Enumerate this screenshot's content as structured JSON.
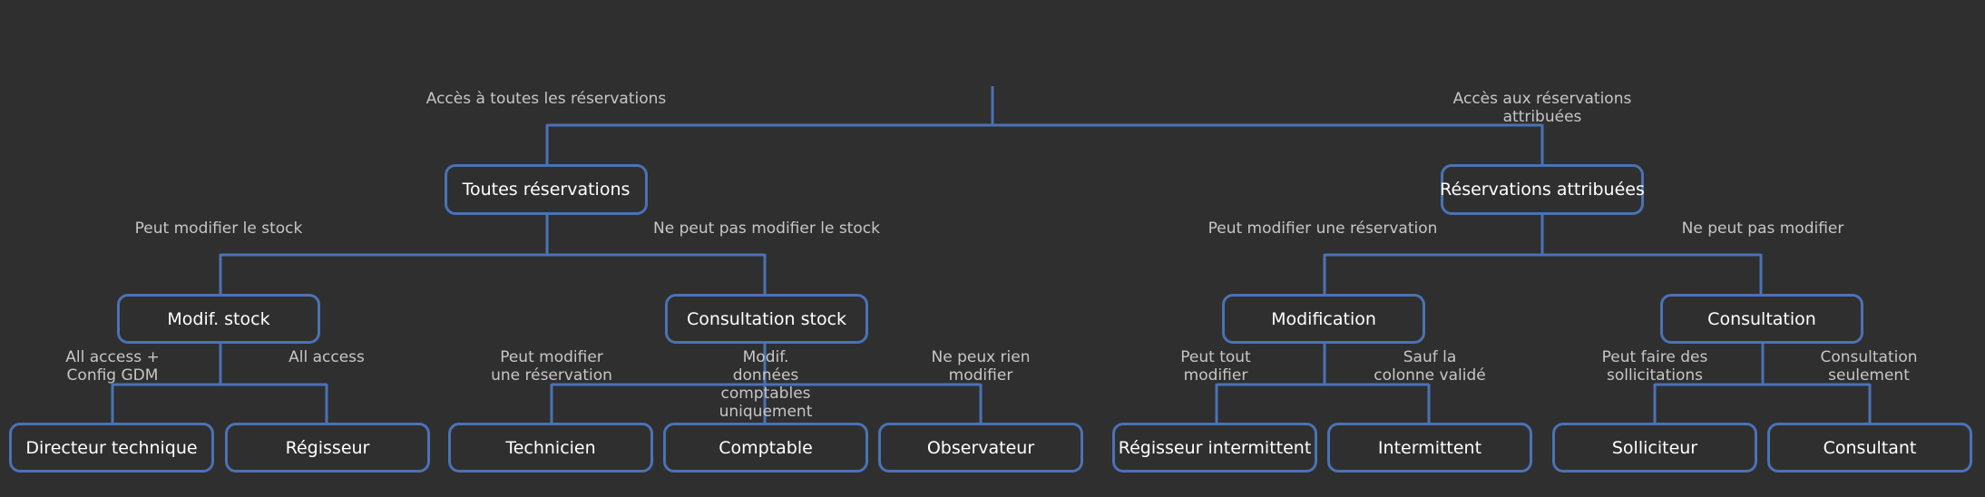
{
  "colors": {
    "background": "#2f2f2f",
    "connector": "#4a72b5",
    "node_text": "#ffffff",
    "edge_label": "#c6c6c6"
  },
  "edge_labels": {
    "root_left": "Accès à toutes les réservations",
    "root_right": "Accès aux réservations\nattribuées",
    "all_res_left": "Peut modifier le stock",
    "all_res_right": "Ne peut pas modifier le stock",
    "attr_left": "Peut modifier une réservation",
    "attr_right": "Ne peut pas modifier",
    "modif_stock_left": "All access +\nConfig GDM",
    "modif_stock_right": "All access",
    "consult_stock_left": "Peut modifier\nune réservation",
    "consult_stock_mid": "Modif.\ndonnées\ncomptables\nuniquement",
    "consult_stock_right": "Ne peux rien\nmodifier",
    "modification_left": "Peut tout\nmodifier",
    "modification_right": "Sauf la\ncolonne validé",
    "consultation_left": "Peut faire des\nsollicitations",
    "consultation_right": "Consultation\nseulement"
  },
  "nodes": {
    "toutes_reservations": "Toutes réservations",
    "reservations_attribuees": "Réservations attribuées",
    "modif_stock": "Modif. stock",
    "consultation_stock": "Consultation stock",
    "modification": "Modification",
    "consultation": "Consultation",
    "directeur_technique": "Directeur technique",
    "regisseur": "Régisseur",
    "technicien": "Technicien",
    "comptable": "Comptable",
    "observateur": "Observateur",
    "regisseur_intermittent": "Régisseur intermittent",
    "intermittent": "Intermittent",
    "solliciteur": "Solliciteur",
    "consultant": "Consultant"
  }
}
